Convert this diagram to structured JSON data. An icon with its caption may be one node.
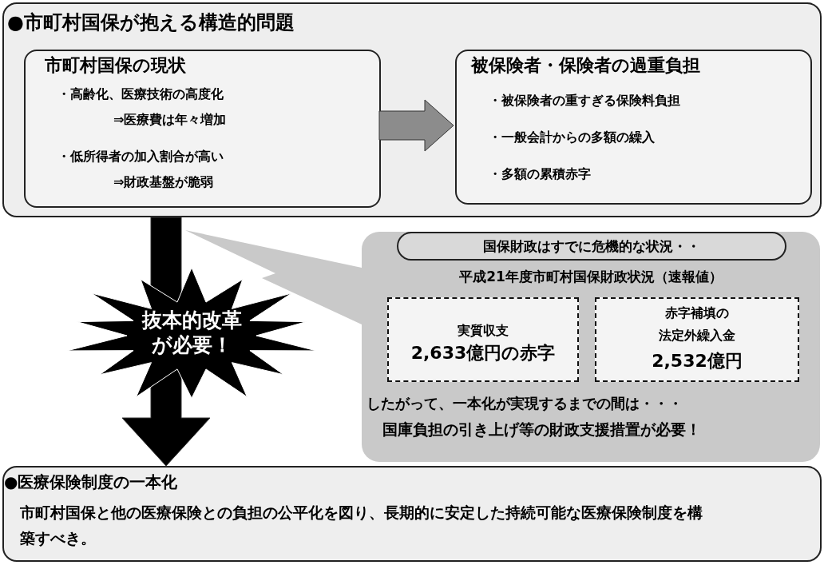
{
  "diagram": {
    "nodes": [
      {
        "text": [
          "●市町村国保が抱える構造的問題"
        ]
      },
      {
        "text": [
          "市町村国保の現状",
          "・高齢化、医療技術の高度化",
          "⇒医療費は年々増加",
          "・低所得者の加入割合が高い",
          "⇒財政基盤が脆弱"
        ],
        "in": 0
      },
      {
        "text": [
          "被保険者・保険者の過重負担",
          "・被保険者の重すぎる保険料負担",
          "・一般会計からの多額の繰入",
          "・多額の累積赤字"
        ],
        "in": 0
      },
      {
        "text": [
          "抜本的改革が必要！"
        ]
      },
      {
        "text": [
          "平成21年度市町村国保財政状況（速報値）",
          "したがって、一本化が実現するまでの間は・・・",
          "国庫負担の引き上げ等の財政支援措置が必要！"
        ]
      },
      {
        "text": [
          "国保財政はすでに危機的な状況・・"
        ],
        "in": 4
      },
      {
        "text": [
          "実質収支",
          "2,633億円の赤字"
        ],
        "in": 4
      },
      {
        "text": [
          "赤字補填の",
          "法定外繰入金",
          "2,532億円"
        ],
        "in": 4
      },
      {
        "text": [],
        "shape": "triangle"
      },
      {
        "text": [
          "●医療保険制度の一本化",
          "市町村国保と他の医療保険との負担の公平化を図り、長期的に安定した持続可能な医療保険制度を構築すべき。"
        ]
      }
    ],
    "edges": [
      {
        "from": 1,
        "to": 2,
        "arrow": "to",
        "style": "thick",
        "color": "#8c8c8c"
      },
      {
        "from": 0,
        "to": 9,
        "arrow": "to",
        "style": "thick",
        "color": "#000000"
      }
    ]
  }
}
